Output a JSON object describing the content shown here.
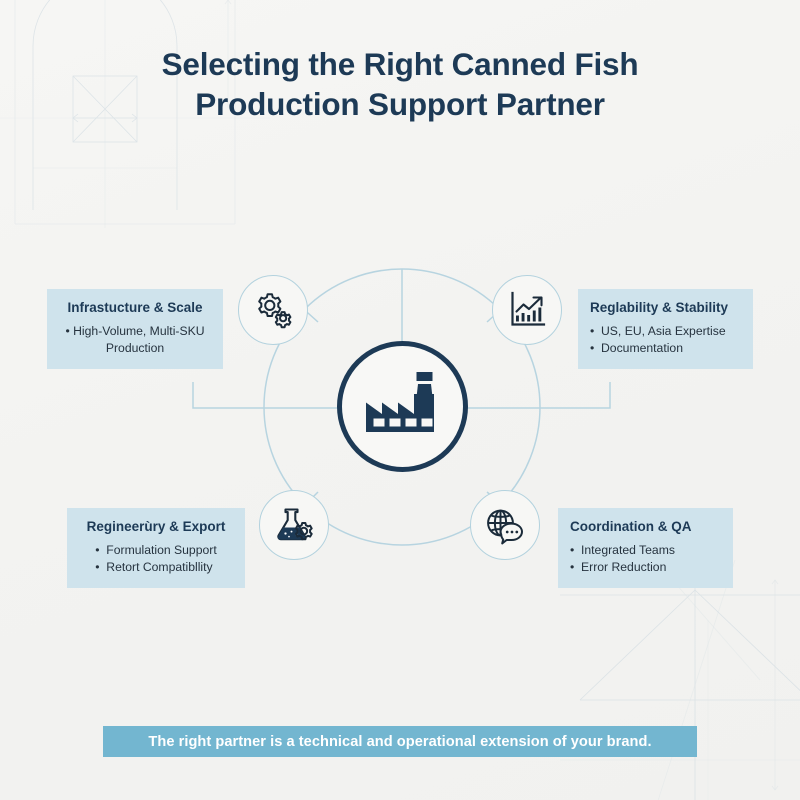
{
  "title": {
    "line1": "Selecting the Right Canned Fish",
    "line2": "Production Support Partner"
  },
  "colors": {
    "background": "#f4f4f2",
    "title_navy": "#1d3a56",
    "card_background": "#cfe3ec",
    "node_ring": "#b3d2de",
    "connector_line": "#b7d4e0",
    "hub_border": "#1d3a56",
    "banner_background": "#73b6d0",
    "banner_text": "#ffffff",
    "body_text": "#26333f"
  },
  "hub": {
    "icon": "factory-icon",
    "icon_label": "Factory"
  },
  "nodes": [
    {
      "id": "infrastructure",
      "icon": "gears-icon",
      "icon_label": "Gears"
    },
    {
      "id": "regulatory",
      "icon": "bar-chart-growth-icon",
      "icon_label": "Growth Chart"
    },
    {
      "id": "engineering",
      "icon": "flask-gear-icon",
      "icon_label": "Flask and Gear"
    },
    {
      "id": "coordination",
      "icon": "globe-chat-icon",
      "icon_label": "Globe and Chat"
    }
  ],
  "cards": {
    "infrastructure": {
      "title": "Infrastucture & Scale",
      "bullets": [
        "High-Volume, Multi-SKU Production"
      ]
    },
    "regulatory": {
      "title": "Reglability & Stability",
      "bullets": [
        "US, EU, Asia Expertise",
        "Documentation"
      ]
    },
    "engineering": {
      "title": "Regineerùry & Export",
      "bullets": [
        "Formulation Support",
        "Retort Compatibllity"
      ]
    },
    "coordination": {
      "title": "Coordination & QA",
      "bullets": [
        "Integrated Teams",
        "Error Reduction"
      ]
    }
  },
  "footer": {
    "text": "The right partner is a technical and operational extension of your brand."
  }
}
